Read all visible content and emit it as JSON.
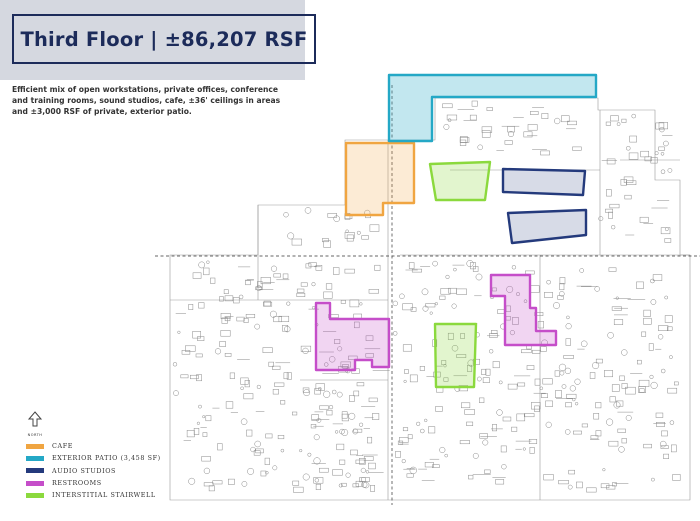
{
  "header": {
    "title": "Third Floor |  ±86,207 RSF",
    "description": "Efficient mix of open workstations, private offices, conference and training rooms, sound studios, cafe, ±36' ceilings in areas and ±3,000 RSF of private, exterior patio."
  },
  "compass": {
    "label": "NORTH",
    "icon": "north-arrow-icon"
  },
  "legend": [
    {
      "label": "CAFE",
      "color": "#f0a541"
    },
    {
      "label": "EXTERIOR PATIO (3,458 SF)",
      "color": "#24a8c6"
    },
    {
      "label": "AUDIO STUDIOS",
      "color": "#243a7c"
    },
    {
      "label": "RESTROOMS",
      "color": "#c54ec9"
    },
    {
      "label": "INTERSTITIAL STAIRWELL",
      "color": "#8bd93d"
    }
  ],
  "colors": {
    "title_navy": "#1c2b5a",
    "title_band": "#d5d8e0",
    "plan_line": "#8a8a8a"
  }
}
